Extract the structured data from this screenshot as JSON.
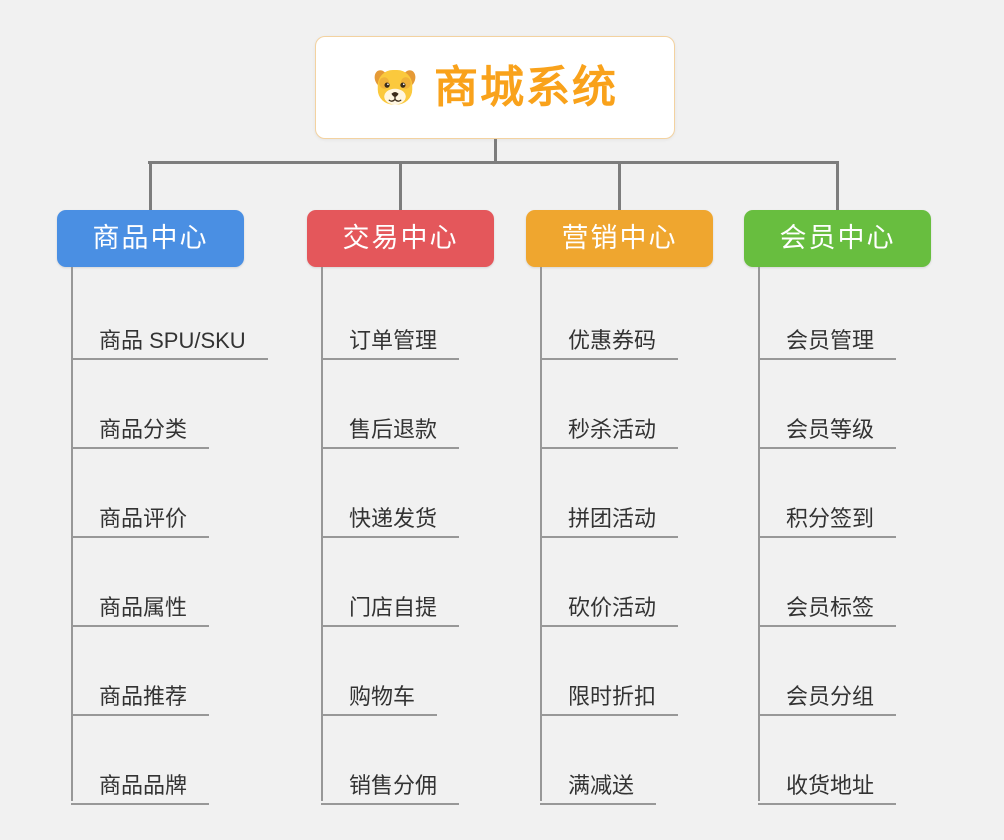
{
  "root": {
    "title": "商城系统",
    "icon": "dog-icon"
  },
  "branches": [
    {
      "label": "商品中心",
      "color": "#4A8FE3",
      "items": [
        "商品 SPU/SKU",
        "商品分类",
        "商品评价",
        "商品属性",
        "商品推荐",
        "商品品牌"
      ]
    },
    {
      "label": "交易中心",
      "color": "#E4575B",
      "items": [
        "订单管理",
        "售后退款",
        "快递发货",
        "门店自提",
        "购物车",
        "销售分佣"
      ]
    },
    {
      "label": "营销中心",
      "color": "#EFA62F",
      "items": [
        "优惠券码",
        "秒杀活动",
        "拼团活动",
        "砍价活动",
        "限时折扣",
        "满减送"
      ]
    },
    {
      "label": "会员中心",
      "color": "#68BE3F",
      "items": [
        "会员管理",
        "会员等级",
        "积分签到",
        "会员标签",
        "会员分组",
        "收货地址"
      ]
    }
  ],
  "colors": {
    "root_text": "#F9A21B",
    "root_border": "#F3D2A0",
    "connector_dark": "#7D7D7D",
    "connector_light": "#989898",
    "background": "#F1F1F1"
  }
}
